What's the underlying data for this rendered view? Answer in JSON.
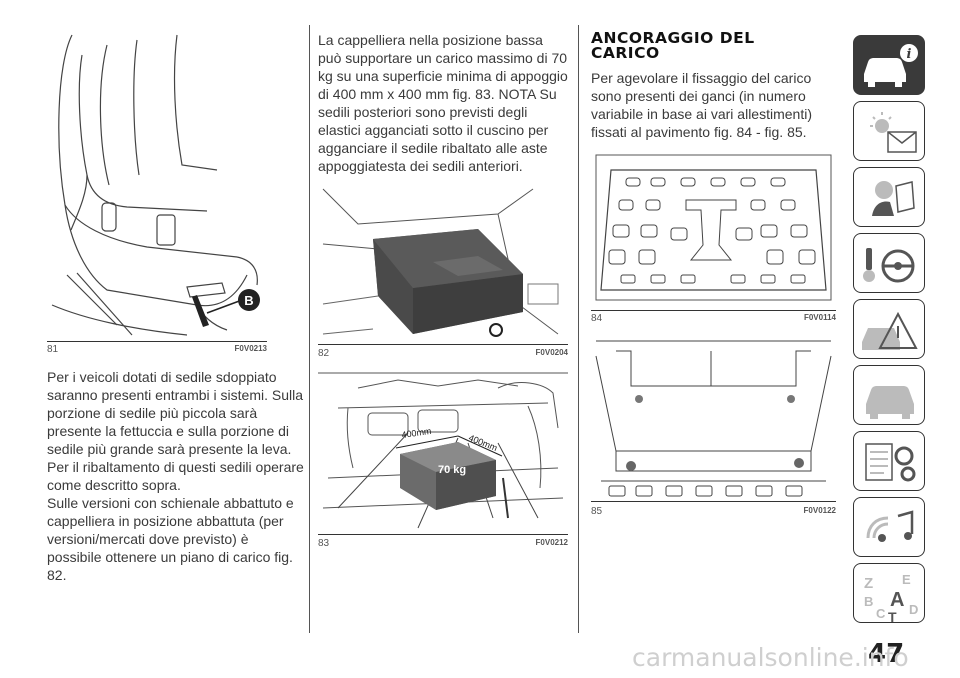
{
  "page_number": "47",
  "watermark": "carmanualsonline.info",
  "figures": {
    "f81": {
      "number": "81",
      "code": "F0V0213",
      "callout": "B"
    },
    "f82": {
      "number": "82",
      "code": "F0V0204"
    },
    "f83": {
      "number": "83",
      "code": "F0V0212",
      "dim1": "400mm",
      "dim2": "400mm",
      "weight": "70 kg"
    },
    "f84": {
      "number": "84",
      "code": "F0V0114"
    },
    "f85": {
      "number": "85",
      "code": "F0V0122"
    }
  },
  "column1": {
    "paragraphs": [
      "Per i veicoli dotati di sedile sdoppiato saranno presenti entrambi i sistemi. Sulla porzione di sedile più piccola sarà presente la fettuccia e sulla porzione di sedile più grande sarà presente la leva.",
      "Per il ribaltamento di questi sedili operare come descritto sopra.",
      "Sulle versioni con schienale abbattuto e cappelliera in posizione abbattuta (per versioni/mercati dove previsto) è possibile ottenere un piano di carico fig. 82."
    ]
  },
  "column2": {
    "paragraphs": [
      "La cappelliera nella posizione bassa può supportare un carico massimo di 70 kg su una superficie minima di appoggio di 400 mm x 400 mm fig. 83. NOTA Su sedili posteriori sono previsti degli elastici agganciati sotto il cuscino per agganciare il sedile ribaltato alle aste appoggiatesta dei sedili anteriori."
    ]
  },
  "column3": {
    "heading": "ANCORAGGIO DEL CARICO",
    "paragraphs": [
      "Per agevolare il fissaggio del carico sono presenti dei ganci (in numero variabile in base ai vari allestimenti) fissati al pavimento fig. 84 - fig. 85."
    ]
  },
  "sidebar": {
    "tabs": [
      {
        "icon": "car-info-icon",
        "active": true
      },
      {
        "icon": "dashboard-lights-icon",
        "active": false
      },
      {
        "icon": "safety-airbag-icon",
        "active": false
      },
      {
        "icon": "key-steering-icon",
        "active": false
      },
      {
        "icon": "emergency-icon",
        "active": false
      },
      {
        "icon": "car-service-icon",
        "active": false
      },
      {
        "icon": "technical-data-icon",
        "active": false
      },
      {
        "icon": "multimedia-icon",
        "active": false
      },
      {
        "icon": "index-az-icon",
        "active": false
      }
    ]
  }
}
